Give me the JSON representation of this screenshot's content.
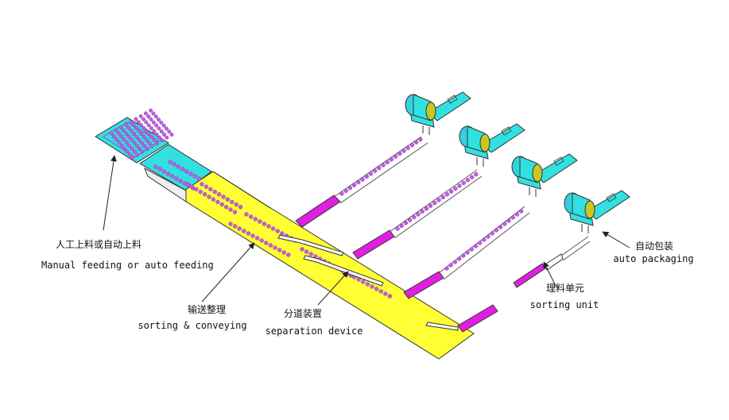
{
  "labels": {
    "manual_feeding": {
      "zh": "人工上料或自动上料",
      "en": "Manual feeding or auto feeding"
    },
    "sorting_conveying": {
      "zh": "输送整理",
      "en": "sorting & conveying"
    },
    "separation_device": {
      "zh": "分道装置",
      "en": "separation device"
    },
    "sorting_unit": {
      "zh": "理料单元",
      "en": "sorting unit"
    },
    "auto_packaging": {
      "zh": "自动包装",
      "en": "auto packaging"
    }
  },
  "colors": {
    "feeder": "#33e0e0",
    "conveyor": "#ffff33",
    "magenta": "#e020e0",
    "product": "#c060e0",
    "packaging_machine": "#33e0e0",
    "line": "#222222"
  },
  "icons": [
    "product-tray",
    "conveyor-belt",
    "separation-guide",
    "packaging-machine",
    "arrow"
  ]
}
